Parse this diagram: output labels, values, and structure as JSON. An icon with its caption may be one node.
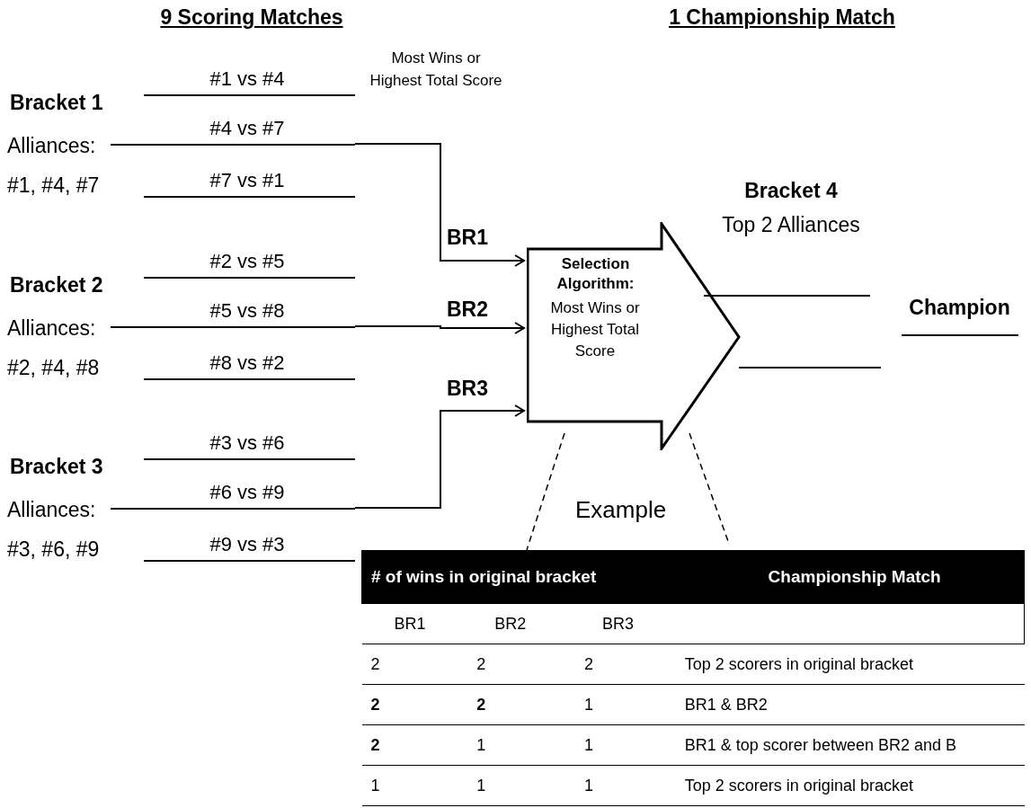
{
  "diagram": {
    "nodes": [
      {
        "text": [
          "Bracket 1",
          "Alliances: #1, #4, #7",
          "#1 vs #4",
          "#4 vs #7",
          "#7 vs #1"
        ]
      },
      {
        "text": [
          "Bracket 2",
          "Alliances: #2, #4, #8",
          "#2 vs #5",
          "#5 vs #8",
          "#8 vs #2"
        ]
      },
      {
        "text": [
          "Bracket 3",
          "Alliances: #3, #6, #9",
          "#3 vs #6",
          "#6 vs #9",
          "#9 vs #3"
        ]
      },
      {
        "text": [
          "Selection Algorithm:",
          "Most Wins or Highest Total Score"
        ]
      },
      {
        "text": [
          "Bracket 4",
          "Top 2 Alliances"
        ]
      },
      {
        "text": [
          "Champion"
        ]
      }
    ],
    "edges": [
      {
        "from": 0,
        "to": 3,
        "arrow": "to",
        "label": "BR1"
      },
      {
        "from": 1,
        "to": 3,
        "arrow": "to",
        "label": "BR2"
      },
      {
        "from": 2,
        "to": 3,
        "arrow": "to",
        "label": "BR3"
      }
    ],
    "labels": [
      "9 Scoring Matches",
      "1 Championship Match",
      "Most Wins or Highest Total Score",
      "Example",
      "# of wins in original bracket",
      "Championship Match",
      "BR1",
      "BR2",
      "BR3",
      "2",
      "2",
      "2",
      "Top 2 scorers in original bracket",
      "**2**",
      "**2**",
      "1",
      "BR1 & BR2",
      "**2**",
      "1",
      "1",
      "BR1 & top scorer between BR2 and B",
      "1",
      "1",
      "1",
      "Top 2 scorers in original bracket"
    ]
  }
}
